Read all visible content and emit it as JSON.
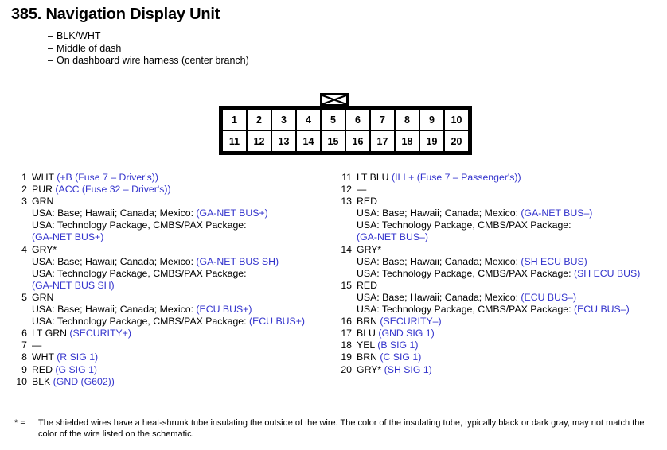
{
  "header": {
    "title": "385. Navigation Display Unit",
    "subtitles": [
      "BLK/WHT",
      "Middle of dash",
      "On dashboard wire harness (center branch)"
    ],
    "dash": "–"
  },
  "connector": {
    "row_top": [
      "1",
      "2",
      "3",
      "4",
      "5",
      "6",
      "7",
      "8",
      "9",
      "10"
    ],
    "row_bottom": [
      "11",
      "12",
      "13",
      "14",
      "15",
      "16",
      "17",
      "18",
      "19",
      "20"
    ]
  },
  "colors": {
    "signal_blue": "#3333CC",
    "text_black": "#000000"
  },
  "pins_left": [
    {
      "number": "1",
      "wire": "WHT",
      "signal": "(+B (Fuse 7 – Driver's))",
      "sublines": []
    },
    {
      "number": "2",
      "wire": "PUR",
      "signal": "(ACC (Fuse 32 – Driver's))",
      "sublines": []
    },
    {
      "number": "3",
      "wire": "GRN",
      "signal": "",
      "sublines": [
        {
          "label": "USA: Base; Hawaii; Canada; Mexico:",
          "value": "(GA-NET BUS+)",
          "wrap": false
        },
        {
          "label": "USA: Technology Package, CMBS/PAX Package:",
          "value": "(GA-NET BUS+)",
          "wrap": true
        }
      ]
    },
    {
      "number": "4",
      "wire": "GRY*",
      "signal": "",
      "sublines": [
        {
          "label": "USA: Base; Hawaii; Canada; Mexico:",
          "value": "(GA-NET BUS SH)",
          "wrap": false
        },
        {
          "label": "USA: Technology Package, CMBS/PAX Package:",
          "value": "(GA-NET BUS SH)",
          "wrap": true
        }
      ]
    },
    {
      "number": "5",
      "wire": "GRN",
      "signal": "",
      "sublines": [
        {
          "label": "USA: Base; Hawaii; Canada; Mexico:",
          "value": "(ECU BUS+)",
          "wrap": false
        },
        {
          "label": "USA: Technology Package, CMBS/PAX Package:",
          "value": "(ECU BUS+)",
          "wrap": false
        }
      ]
    },
    {
      "number": "6",
      "wire": "LT GRN",
      "signal": "(SECURITY+)",
      "sublines": []
    },
    {
      "number": "7",
      "wire": "—",
      "signal": "",
      "sublines": []
    },
    {
      "number": "8",
      "wire": "WHT",
      "signal": "(R SIG 1)",
      "sublines": []
    },
    {
      "number": "9",
      "wire": "RED",
      "signal": "(G SIG 1)",
      "sublines": []
    },
    {
      "number": "10",
      "wire": "BLK",
      "signal": "(GND (G602))",
      "sublines": []
    }
  ],
  "pins_right": [
    {
      "number": "11",
      "wire": "LT BLU",
      "signal": "(ILL+ (Fuse 7 – Passenger's))",
      "sublines": []
    },
    {
      "number": "12",
      "wire": "—",
      "signal": "",
      "sublines": []
    },
    {
      "number": "13",
      "wire": "RED",
      "signal": "",
      "sublines": [
        {
          "label": "USA: Base; Hawaii; Canada; Mexico:",
          "value": "(GA-NET BUS–)",
          "wrap": false
        },
        {
          "label": "USA: Technology Package, CMBS/PAX Package:",
          "value": "(GA-NET BUS–)",
          "wrap": true
        }
      ]
    },
    {
      "number": "14",
      "wire": "GRY*",
      "signal": "",
      "sublines": [
        {
          "label": "USA: Base; Hawaii; Canada; Mexico:",
          "value": "(SH ECU BUS)",
          "wrap": false
        },
        {
          "label": "USA: Technology Package, CMBS/PAX Package:",
          "value": "(SH ECU BUS)",
          "wrap": false
        }
      ]
    },
    {
      "number": "15",
      "wire": "RED",
      "signal": "",
      "sublines": [
        {
          "label": "USA: Base; Hawaii; Canada; Mexico:",
          "value": "(ECU BUS–)",
          "wrap": false
        },
        {
          "label": "USA: Technology Package, CMBS/PAX Package:",
          "value": "(ECU BUS–)",
          "wrap": false
        }
      ]
    },
    {
      "number": "16",
      "wire": "BRN",
      "signal": "(SECURITY–)",
      "sublines": []
    },
    {
      "number": "17",
      "wire": "BLU",
      "signal": "(GND SIG 1)",
      "sublines": []
    },
    {
      "number": "18",
      "wire": "YEL",
      "signal": "(B SIG 1)",
      "sublines": []
    },
    {
      "number": "19",
      "wire": "BRN",
      "signal": "(C SIG 1)",
      "sublines": []
    },
    {
      "number": "20",
      "wire": "GRY*",
      "signal": "(SH SIG 1)",
      "sublines": []
    }
  ],
  "footnote": {
    "marker": "* =",
    "text": "The shielded wires have a heat-shrunk tube insulating the outside of the wire. The color of the insulating tube, typically black or dark gray, may not match the color of the wire listed on the schematic."
  }
}
